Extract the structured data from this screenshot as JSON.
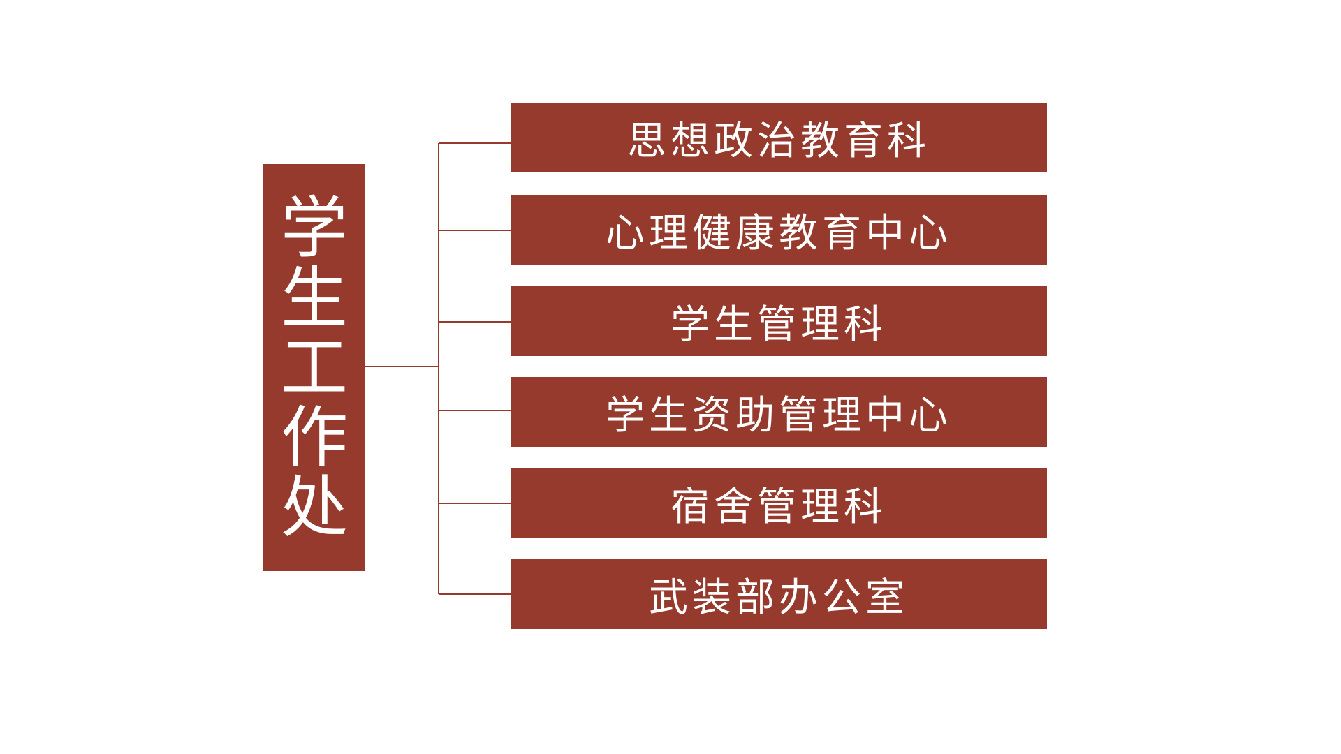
{
  "diagram": {
    "root": {
      "label_chars": [
        "学",
        "生",
        "工",
        "作",
        "处"
      ]
    },
    "children": [
      {
        "label": "思想政治教育科"
      },
      {
        "label": "心理健康教育中心"
      },
      {
        "label": "学生管理科"
      },
      {
        "label": "学生资助管理中心"
      },
      {
        "label": "宿舍管理科"
      },
      {
        "label": "武装部办公室"
      }
    ],
    "colors": {
      "box_fill": "#953a2c",
      "text": "#ffffff",
      "connector": "#953a2c"
    }
  }
}
